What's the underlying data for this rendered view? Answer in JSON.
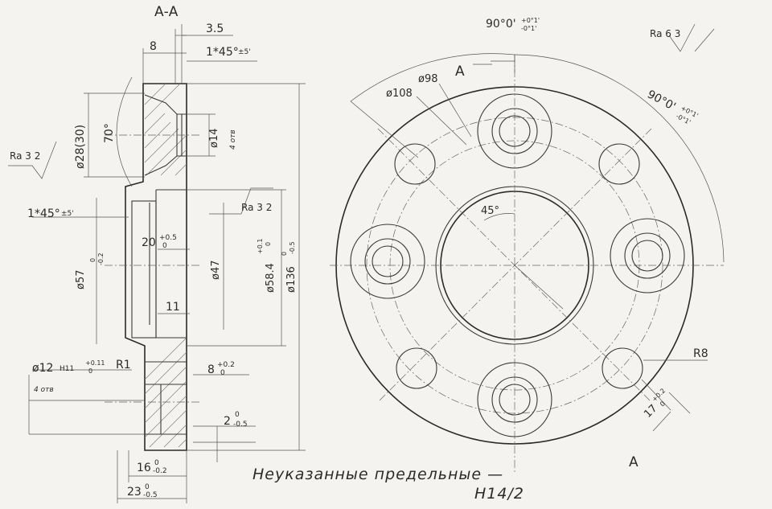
{
  "section": {
    "title": "А-А",
    "dims": {
      "chamfer_top_len": "3.5",
      "width_8": "8",
      "chamfer_top": "1*45°",
      "chamfer_top_tol": "±5'",
      "angle_70": "70°",
      "dia_28": "ø28(30)",
      "dia_14": "ø14",
      "dia_14_note": "4 отв",
      "ra_left": "Ra 3 2",
      "chamfer_mid": "1*45°",
      "chamfer_mid_tol": "±5'",
      "dim_20": "20",
      "dim_20_tol": "+0.5",
      "dim_20_tol2": "0",
      "ra_mid": "Ra 3 2",
      "dia_57": "ø57",
      "dia_57_tol": "0",
      "dia_57_tol2": "-0.2",
      "dia_47": "ø47",
      "dia_58": "ø58.4",
      "dia_58_tol": "+0.1",
      "dia_58_tol2": "0",
      "dia_136": "ø136",
      "dia_136_tol": "0",
      "dia_136_tol2": "-0.5",
      "dim_11": "11",
      "dia_12": "ø12",
      "dia_12_fit": "H11",
      "dia_12_tol": "+0.11",
      "dia_12_tol2": "0",
      "radius_1": "R1",
      "dim_8": "8",
      "dim_8_tol": "+0.2",
      "dim_8_tol2": "0",
      "dia_12_note": "4 отв",
      "dim_2": "2",
      "dim_2_tol": "0",
      "dim_2_tol2": "-0.5",
      "dim_16": "16",
      "dim_16_tol": "0",
      "dim_16_tol2": "-0.2",
      "dim_23": "23",
      "dim_23_tol": "0",
      "dim_23_tol2": "-0.5"
    }
  },
  "plan": {
    "angle_top": "90°0'",
    "angle_top_tol": "+0°1'",
    "angle_top_tol2": "-0°1'",
    "angle_right": "90°0'",
    "angle_right_tol": "+0°1'",
    "angle_right_tol2": "-0°1'",
    "ra_top": "Ra 6 3",
    "section_mark_top": "А",
    "section_mark_bottom": "А",
    "dia_108": "ø108",
    "dia_98": "ø98",
    "angle_45": "45°",
    "radius_8": "R8",
    "dim_17": "17",
    "dim_17_tol": "+0.2",
    "dim_17_tol2": "0"
  },
  "note": {
    "line1": "Неуказанные предельные —",
    "line2": "Н14/2"
  }
}
